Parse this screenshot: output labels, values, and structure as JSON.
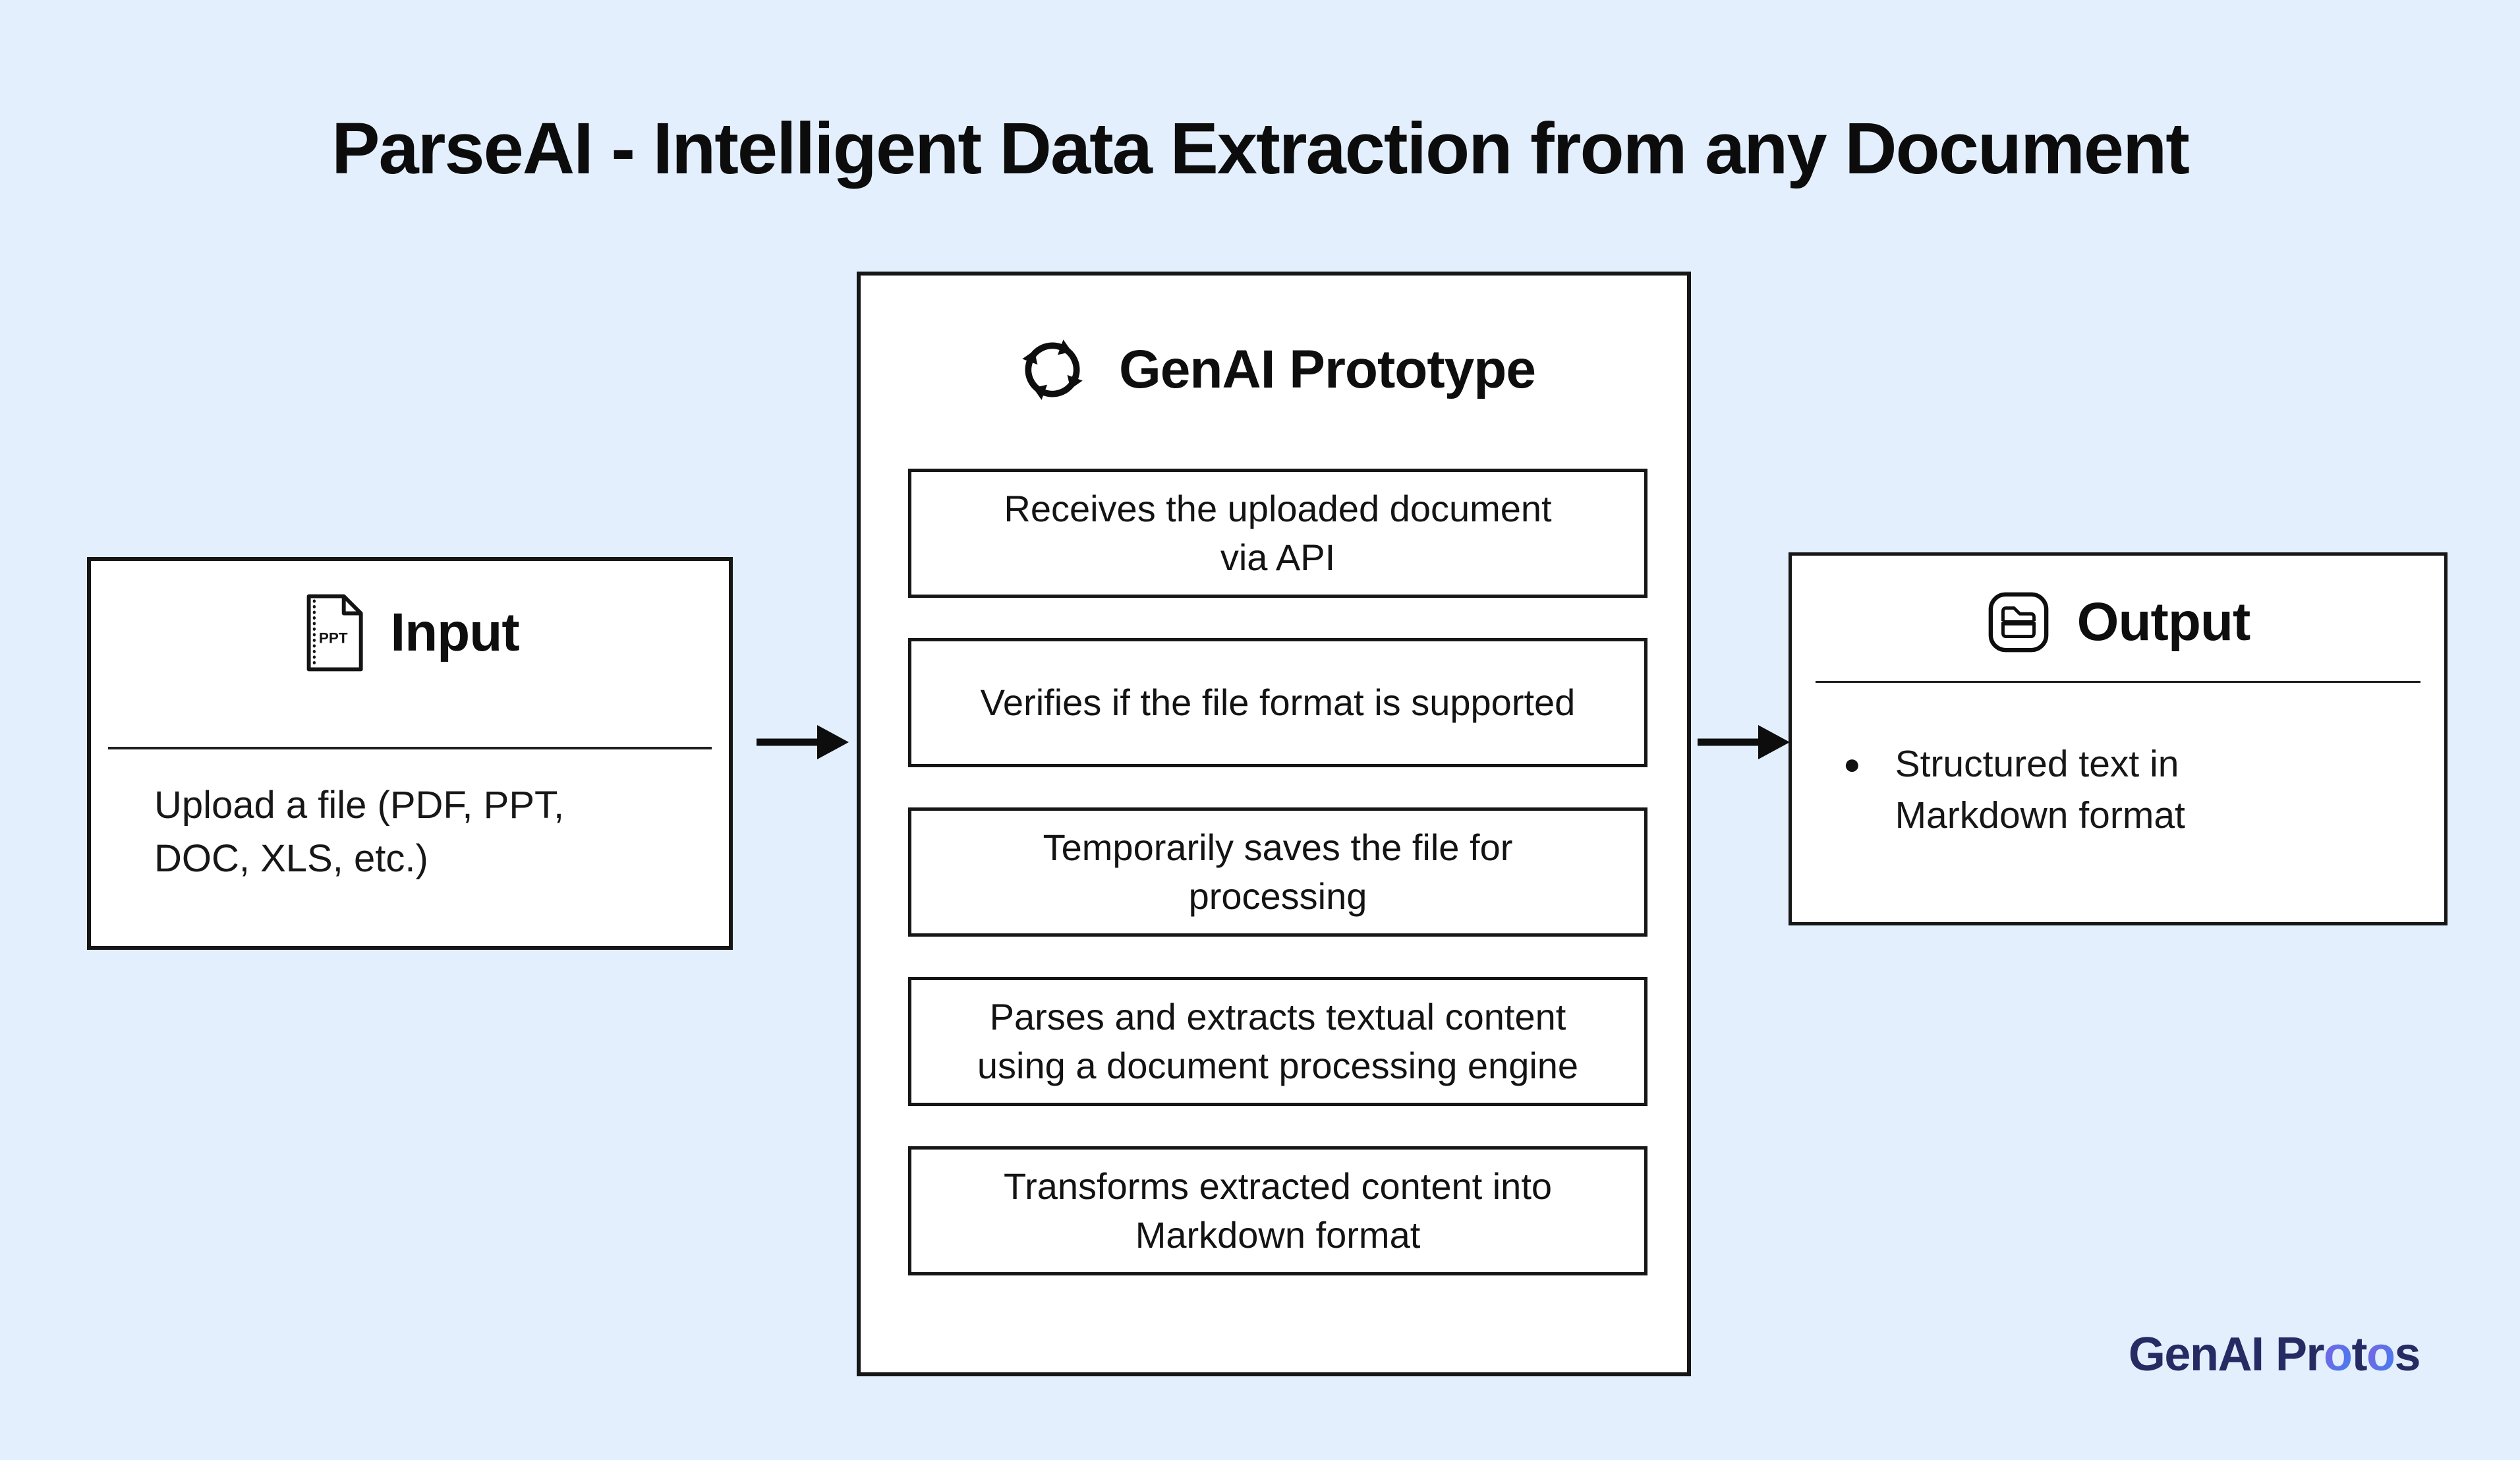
{
  "page": {
    "title": "ParseAI - Intelligent Data Extraction from any Document"
  },
  "input": {
    "heading": "Input",
    "file_icon_label": "PPT",
    "description": "Upload a file (PDF, PPT,\nDOC, XLS, etc.)"
  },
  "process": {
    "heading": "GenAI Prototype",
    "steps": [
      "Receives the uploaded document\nvia API",
      "Verifies if the file format is supported",
      "Temporarily saves the file for\nprocessing",
      "Parses and extracts textual content\nusing a document processing engine",
      "Transforms extracted content into\nMarkdown format"
    ]
  },
  "output": {
    "heading": "Output",
    "bullet_glyph": "●",
    "bullet": "Structured text in\nMarkdown format"
  },
  "logo": {
    "text": "GenAI Protos",
    "parts": [
      "GenAI Pr",
      "o",
      "t",
      "o",
      "s"
    ]
  },
  "colors": {
    "background": "#e3effc",
    "panel": "#ffffff",
    "stroke": "#161616",
    "logo_navy": "#252b63",
    "logo_accent_start": "#7a63e0",
    "logo_accent_end": "#4a7bf0"
  }
}
